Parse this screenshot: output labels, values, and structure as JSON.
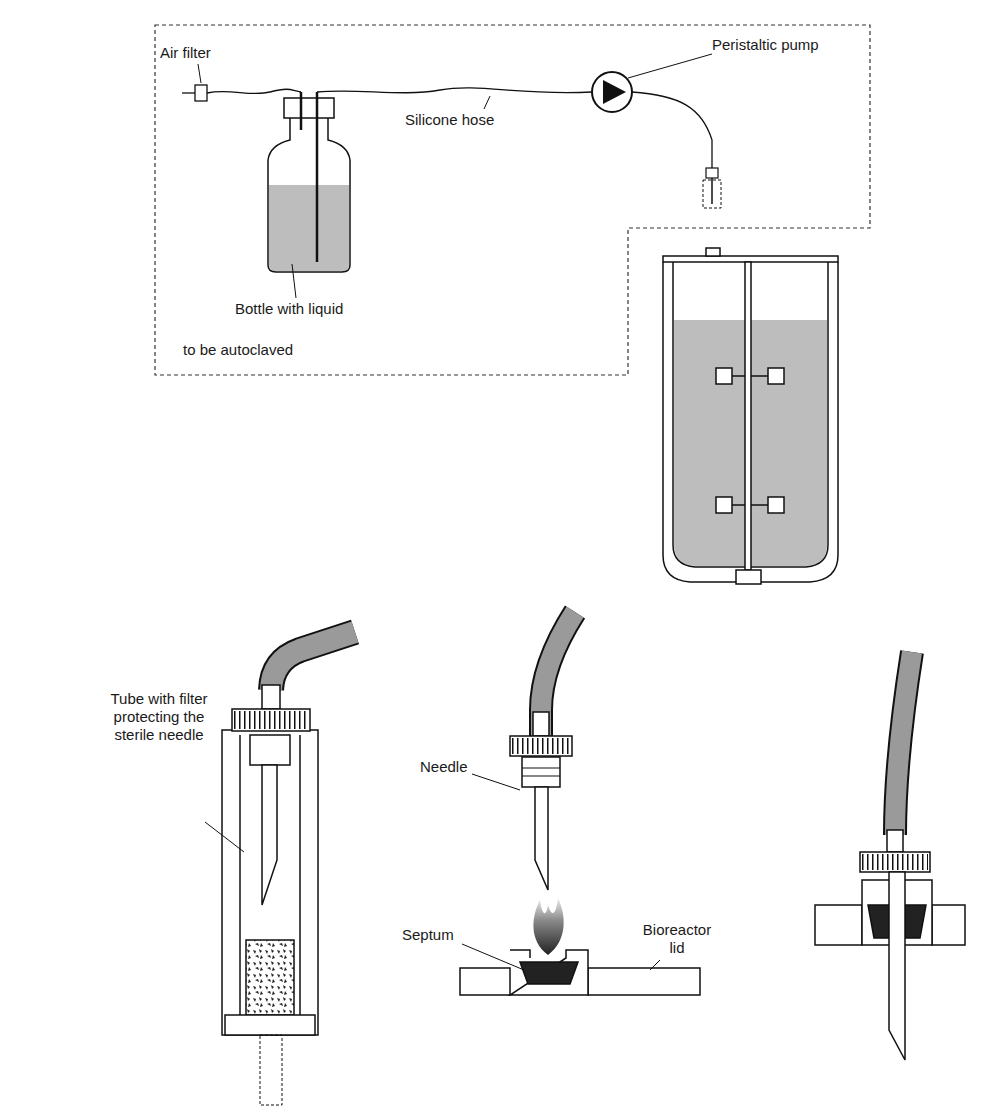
{
  "diagram": {
    "nodes": [
      {
        "text": [
          "to be autoclaved"
        ]
      }
    ],
    "labels": [
      "Air filter",
      "Peristaltic pump",
      "Silicone hose",
      "Bottle with liquid",
      "Tube with filter protecting the sterile needle",
      "Needle",
      "Septum",
      "Bioreactor lid"
    ]
  }
}
